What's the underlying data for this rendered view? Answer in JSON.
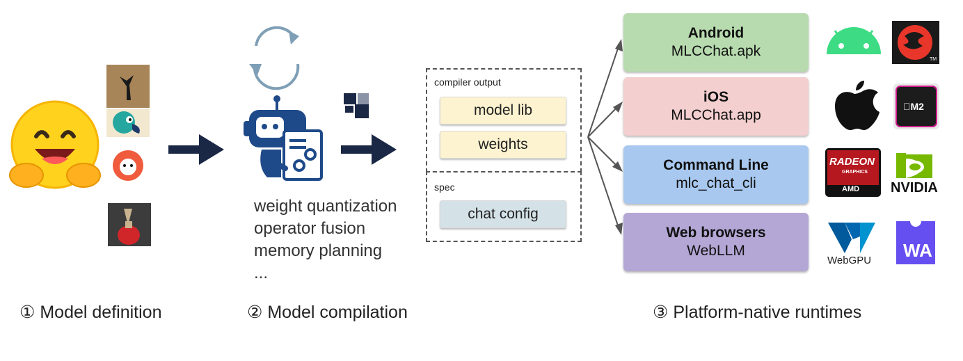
{
  "steps": {
    "definition": "① Model definition",
    "compilation": "② Model compilation",
    "runtimes": "③ Platform-native runtimes"
  },
  "compilation": {
    "optimizations": [
      "weight quantization",
      "operator fusion",
      "memory planning",
      "..."
    ]
  },
  "compiler_output": {
    "title": "compiler output",
    "items": [
      "model lib",
      "weights"
    ]
  },
  "spec": {
    "title": "spec",
    "items": [
      "chat config"
    ]
  },
  "platforms": [
    {
      "name": "Android",
      "artifact": "MLCChat.apk",
      "color": "#b7dbae"
    },
    {
      "name": "iOS",
      "artifact": "MLCChat.app",
      "color": "#f3cfcf"
    },
    {
      "name": "Command Line",
      "artifact": "mlc_chat_cli",
      "color": "#a8c8ef"
    },
    {
      "name": "Web browsers",
      "artifact": "WebLLM",
      "color": "#b4a7d6"
    }
  ],
  "logos": {
    "radeon": "RADEON",
    "radeon_sub": "GRAPHICS",
    "amd": "AMD",
    "nvidia": "NVIDIA",
    "webgpu": "WebGPU",
    "wasm": "WA",
    "m2": "M2",
    "tm": "TM"
  },
  "icons": [
    "hugging-face-icon",
    "refresh-icon",
    "robot-icon",
    "tvm-logo-icon",
    "android-icon",
    "snapdragon-icon",
    "apple-icon",
    "m2-chip-icon",
    "radeon-icon",
    "nvidia-icon",
    "webgpu-icon",
    "webassembly-icon"
  ]
}
